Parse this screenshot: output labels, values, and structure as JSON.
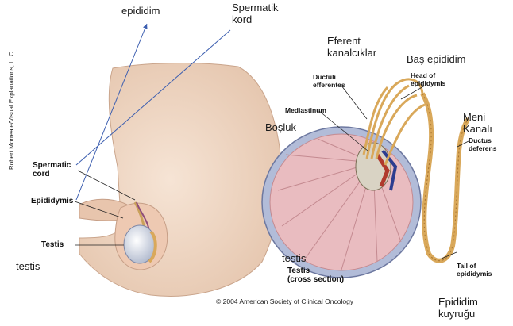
{
  "labels_tr": {
    "epididim": "epididim",
    "spermatik_kord": "Spermatik\nkord",
    "eferent": "Eferent\nkanalcıklar",
    "bas_epididim": "Baş epididim",
    "bosluk": "Boşluk",
    "meni_kanali": "Meni\nKanalı",
    "testis_left": "testis",
    "testis_right": "testis",
    "epididim_kuyrugu": "Epididim\nkuyruğu"
  },
  "labels_en": {
    "spermatic_cord": "Spermatic\ncord",
    "epididymis": "Epididymis",
    "testis": "Testis",
    "ductuli_efferentes": "Ductuli\nefferentes",
    "head_of_epididymis": "Head of\nepididymis",
    "mediastinum": "Mediastinum",
    "ductus_deferens": "Ductus\ndeferens",
    "testis_cross_section": "Testis\n(cross section)",
    "tail_of_epididymis": "Tail of\nepididymis"
  },
  "credits": {
    "vertical": "Robert Morreale/Visual Explanations, LLC",
    "copyright": "© 2004 American Society of Clinical Oncology"
  },
  "colors": {
    "skin": "#f1d9c6",
    "skin_shadow": "#d9b79e",
    "testis_pink": "#e9bcc0",
    "tunica_blue": "#aeb8d6",
    "duct_tan": "#d9a85a",
    "arrow_blue": "#3d5fb0"
  }
}
